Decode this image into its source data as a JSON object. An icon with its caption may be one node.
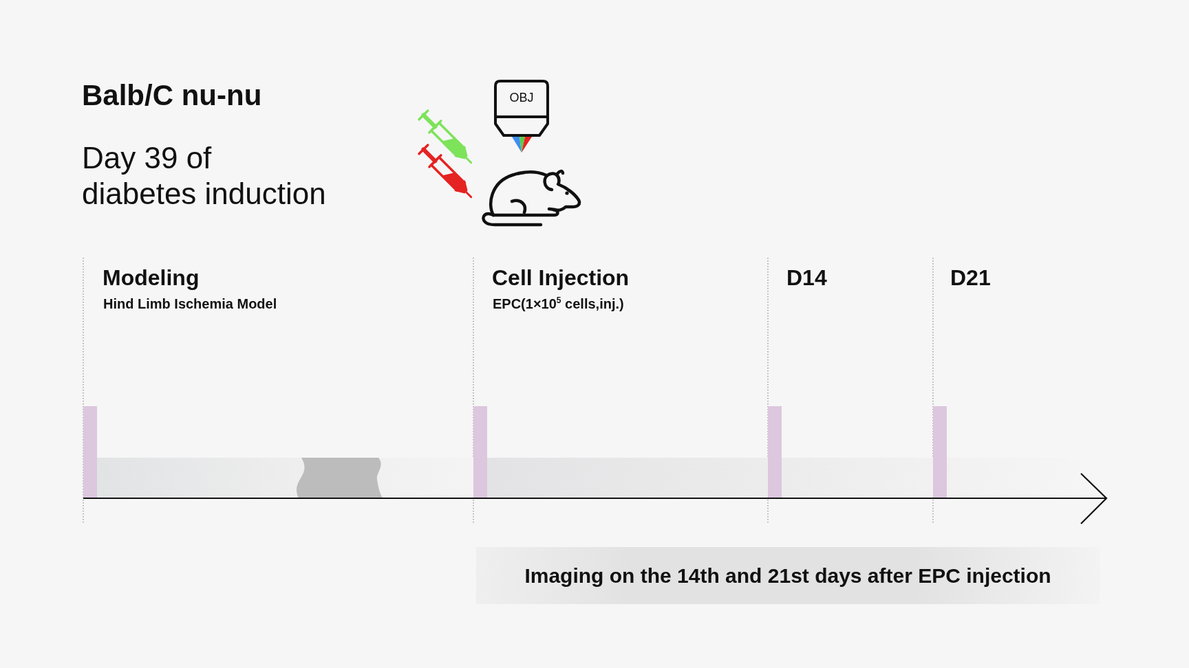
{
  "diagram": {
    "nodes": [
      {
        "text": [
          "OBJ"
        ]
      },
      {
        "text": [
          "Imaging on the 14th and 21st days after EPC injection"
        ]
      }
    ],
    "labels": [
      "Balb/C nu-nu",
      "Day 39 of diabetes induction",
      "Modeling",
      "Hind Limb Ischemia Model",
      "Cell Injection",
      "EPC(1×10$^{5}$ cells,inj.)",
      "D14",
      "D21"
    ]
  }
}
